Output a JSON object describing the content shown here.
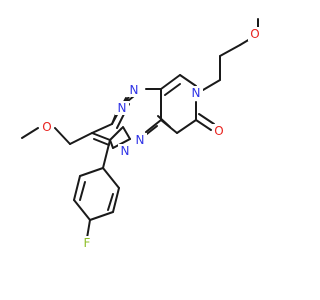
{
  "atoms": {
    "n_pyrazole": "N",
    "n_bridge": "N",
    "n_triazine_a": "N",
    "n_triazine_b": "N",
    "n_pyridinone": "N",
    "o_ketone": "O",
    "o_propyl_ether": "O",
    "o_methyl_ether": "O",
    "fluorine": "F"
  },
  "colors": {
    "bond": "#1a1a1a",
    "nitrogen": "#2f33e6",
    "oxygen": "#e8231f",
    "fluorine": "#8fbf2a"
  }
}
